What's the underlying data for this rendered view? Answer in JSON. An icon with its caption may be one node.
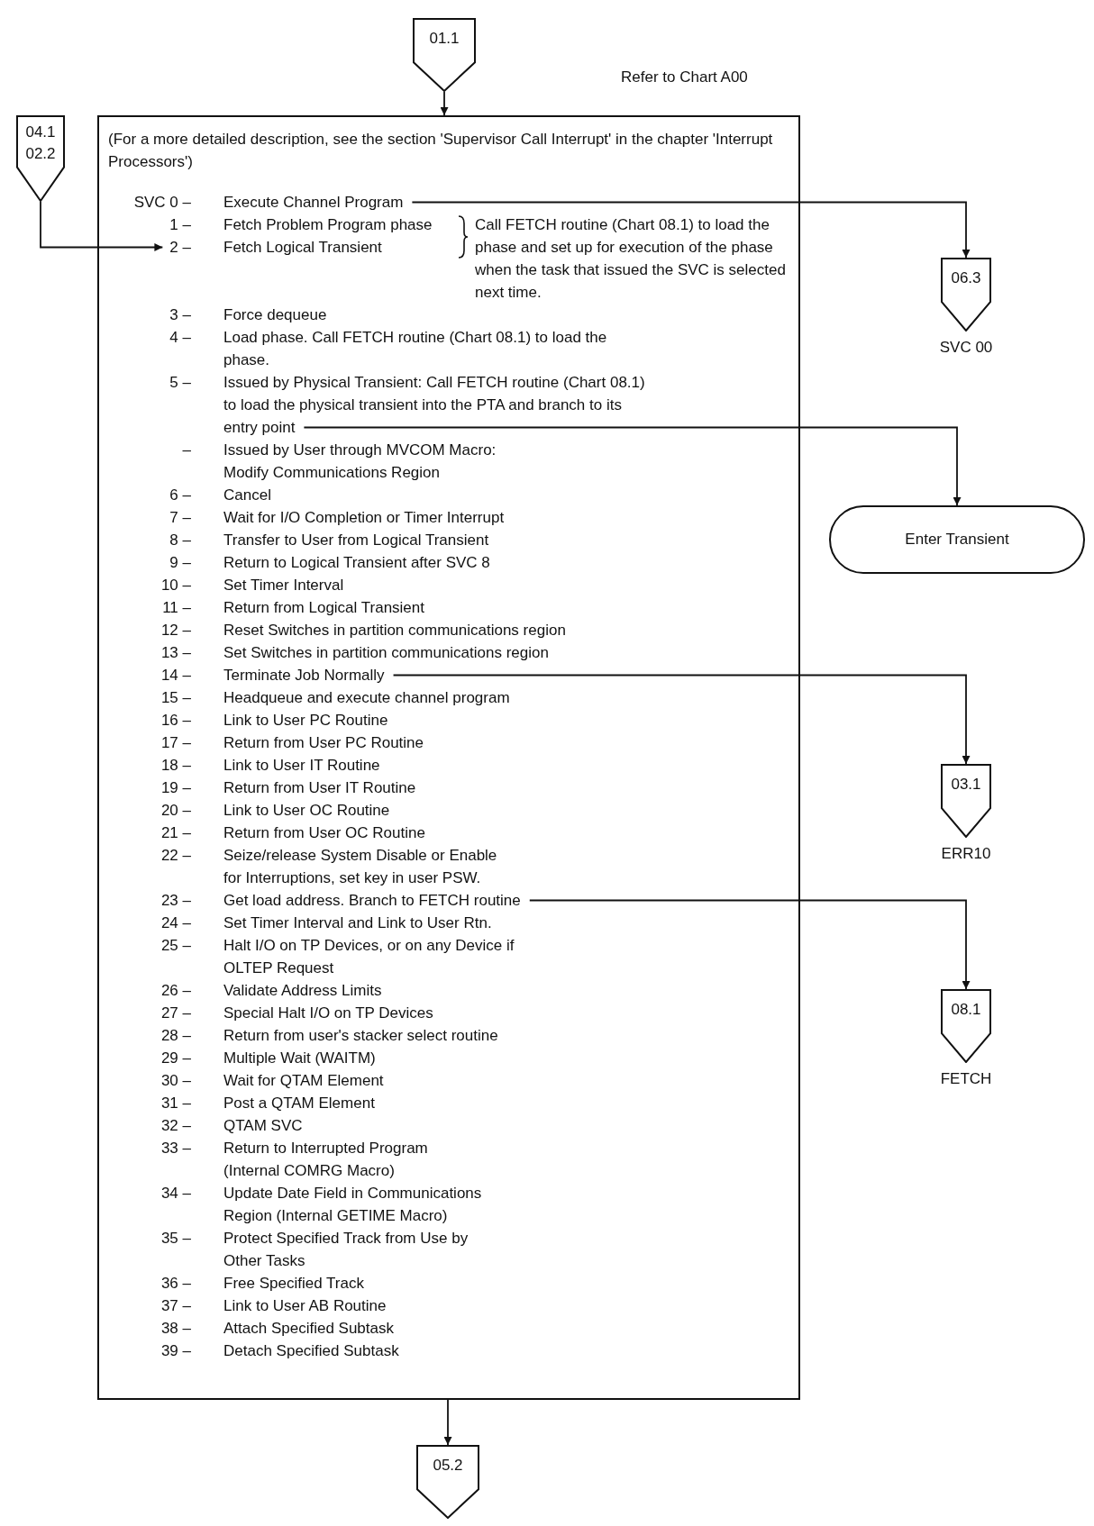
{
  "diagram": {
    "nodes": [
      {
        "text": [
          "01.1"
        ]
      },
      {
        "text": [
          "04.1",
          "02.2"
        ]
      },
      {
        "text": [
          "(For a more detailed description, see the section 'Supervisor Call Interrupt' in the chapter 'Interrupt Processors')"
        ]
      },
      {
        "text": [
          "SVC 0 –",
          "Execute Channel Program"
        ],
        "in": 2
      },
      {
        "text": [
          "1 –",
          "Fetch Problem Program phase"
        ],
        "in": 2
      },
      {
        "text": [
          "2 –",
          "Fetch Logical Transient"
        ],
        "in": 2
      },
      {
        "text": [
          "Call FETCH routine (Chart 08.1) to load the phase and set up for execution of the phase when the task that issued the SVC is selected next time."
        ],
        "in": 2
      },
      {
        "text": [
          "3 –",
          "Force dequeue"
        ],
        "in": 2
      },
      {
        "text": [
          "4 –",
          "Load phase. Call FETCH routine (Chart 08.1) to load the phase."
        ],
        "in": 2
      },
      {
        "text": [
          "5 –",
          "Issued by Physical Transient: Call FETCH routine (Chart 08.1) to load the physical transient into the PTA and branch to its entry point"
        ],
        "in": 2
      },
      {
        "text": [
          "–",
          "Issued by User through MVCOM Macro: Modify Communications Region"
        ],
        "in": 2
      },
      {
        "text": [
          "6 –",
          "Cancel"
        ],
        "in": 2
      },
      {
        "text": [
          "7 –",
          "Wait for I/O Completion or Timer Interrupt"
        ],
        "in": 2
      },
      {
        "text": [
          "8 –",
          "Transfer to User from Logical Transient"
        ],
        "in": 2
      },
      {
        "text": [
          "9 –",
          "Return to Logical Transient after SVC 8"
        ],
        "in": 2
      },
      {
        "text": [
          "10 –",
          "Set Timer Interval"
        ],
        "in": 2
      },
      {
        "text": [
          "11 –",
          "Return from Logical Transient"
        ],
        "in": 2
      },
      {
        "text": [
          "12 –",
          "Reset Switches in partition communications region"
        ],
        "in": 2
      },
      {
        "text": [
          "13 –",
          "Set Switches in partition communications region"
        ],
        "in": 2
      },
      {
        "text": [
          "14 –",
          "Terminate Job Normally"
        ],
        "in": 2
      },
      {
        "text": [
          "15 –",
          "Headqueue and execute channel program"
        ],
        "in": 2
      },
      {
        "text": [
          "16 –",
          "Link to User PC Routine"
        ],
        "in": 2
      },
      {
        "text": [
          "17 –",
          "Return from User PC Routine"
        ],
        "in": 2
      },
      {
        "text": [
          "18 –",
          "Link to User IT Routine"
        ],
        "in": 2
      },
      {
        "text": [
          "19 –",
          "Return from User IT Routine"
        ],
        "in": 2
      },
      {
        "text": [
          "20 –",
          "Link to User OC Routine"
        ],
        "in": 2
      },
      {
        "text": [
          "21 –",
          "Return from User OC Routine"
        ],
        "in": 2
      },
      {
        "text": [
          "22 –",
          "Seize/release System Disable or Enable for Interruptions, set key in user PSW."
        ],
        "in": 2
      },
      {
        "text": [
          "23 –",
          "Get load address. Branch to FETCH routine"
        ],
        "in": 2
      },
      {
        "text": [
          "24 –",
          "Set Timer Interval and Link to User Rtn."
        ],
        "in": 2
      },
      {
        "text": [
          "25 –",
          "Halt I/O on TP Devices, or on any Device if OLTEP Request"
        ],
        "in": 2
      },
      {
        "text": [
          "26 –",
          "Validate Address Limits"
        ],
        "in": 2
      },
      {
        "text": [
          "27 –",
          "Special Halt I/O on TP Devices"
        ],
        "in": 2
      },
      {
        "text": [
          "28 –",
          "Return from user's stacker select routine"
        ],
        "in": 2
      },
      {
        "text": [
          "29 –",
          "Multiple Wait (WAITM)"
        ],
        "in": 2
      },
      {
        "text": [
          "30 –",
          "Wait for QTAM Element"
        ],
        "in": 2
      },
      {
        "text": [
          "31 –",
          "Post a QTAM Element"
        ],
        "in": 2
      },
      {
        "text": [
          "32 –",
          "QTAM SVC"
        ],
        "in": 2
      },
      {
        "text": [
          "33 –",
          "Return to Interrupted Program (Internal COMRG Macro)"
        ],
        "in": 2
      },
      {
        "text": [
          "34 –",
          "Update Date Field in Communications Region (Internal GETIME Macro)"
        ],
        "in": 2
      },
      {
        "text": [
          "35 –",
          "Protect Specified Track from Use by Other Tasks"
        ],
        "in": 2
      },
      {
        "text": [
          "36 –",
          "Free Specified Track"
        ],
        "in": 2
      },
      {
        "text": [
          "37 –",
          "Link to User AB Routine"
        ],
        "in": 2
      },
      {
        "text": [
          "38 –",
          "Attach Specified Subtask"
        ],
        "in": 2
      },
      {
        "text": [
          "39 –",
          "Detach Specified Subtask"
        ],
        "in": 2
      },
      {
        "text": [
          "06.3"
        ],
        "beside": [
          "SVC 00"
        ]
      },
      {
        "text": [
          "Enter Transient"
        ]
      },
      {
        "text": [
          "03.1"
        ],
        "beside": [
          "ERR10"
        ]
      },
      {
        "text": [
          "08.1"
        ],
        "beside": [
          "FETCH"
        ]
      },
      {
        "text": [
          "05.2"
        ]
      }
    ],
    "edges": [
      {
        "from": 0,
        "to": 2,
        "arrow": "to"
      },
      {
        "from": 1,
        "to": 5,
        "arrow": "to"
      },
      {
        "from": 3,
        "to": 45,
        "arrow": "to"
      },
      {
        "from": 9,
        "to": 46,
        "arrow": "to"
      },
      {
        "from": 19,
        "to": 47,
        "arrow": "to"
      },
      {
        "from": 28,
        "to": 48,
        "arrow": "to"
      },
      {
        "from": 2,
        "to": 49,
        "arrow": "to"
      }
    ],
    "labels": [
      "Refer to Chart A00"
    ]
  }
}
